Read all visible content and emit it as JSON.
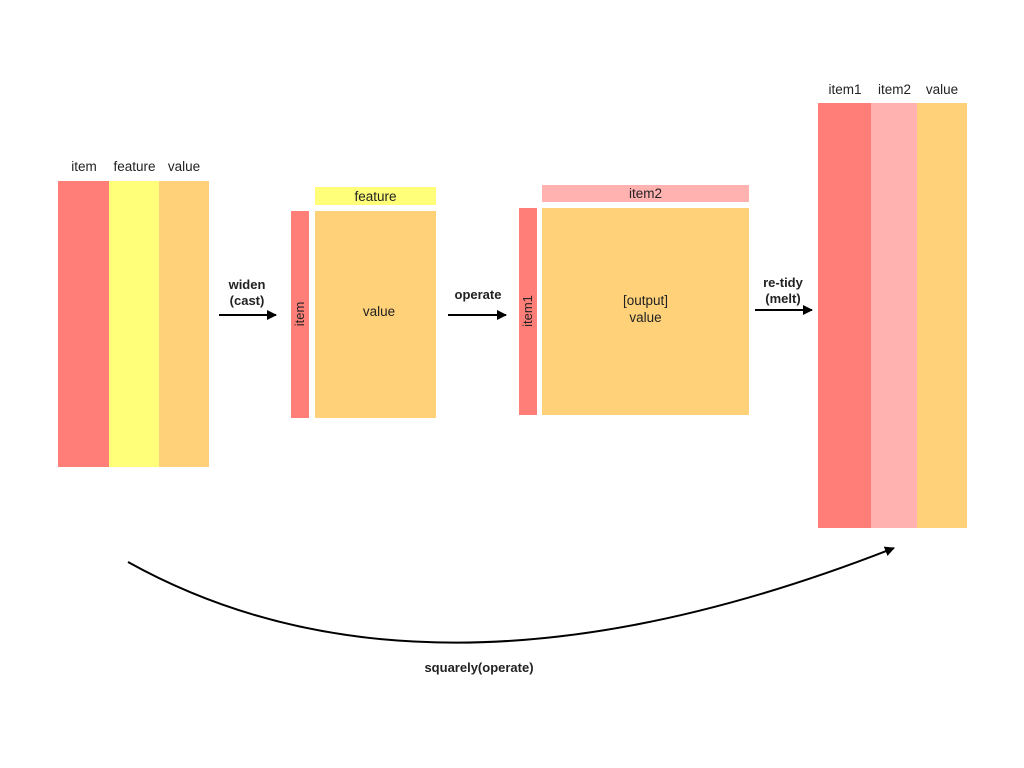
{
  "colors": {
    "salmon": "#FF7F78",
    "yellow": "#FFFF7A",
    "orange": "#FFD27A",
    "pink": "#FFB2B0",
    "arrow": "#000000"
  },
  "tidy_table": {
    "columns": [
      "item",
      "feature",
      "value"
    ]
  },
  "wide_table": {
    "top_label": "feature",
    "side_label": "item",
    "body_label": "value"
  },
  "output_table": {
    "top_label": "item2",
    "side_label": "item1",
    "body_line1": "[output]",
    "body_line2": "value"
  },
  "result_table": {
    "columns": [
      "item1",
      "item2",
      "value"
    ]
  },
  "steps": {
    "widen_line1": "widen",
    "widen_line2": "(cast)",
    "operate": "operate",
    "retidy_line1": "re-tidy",
    "retidy_line2": "(melt)",
    "squarely": "squarely(operate)"
  }
}
